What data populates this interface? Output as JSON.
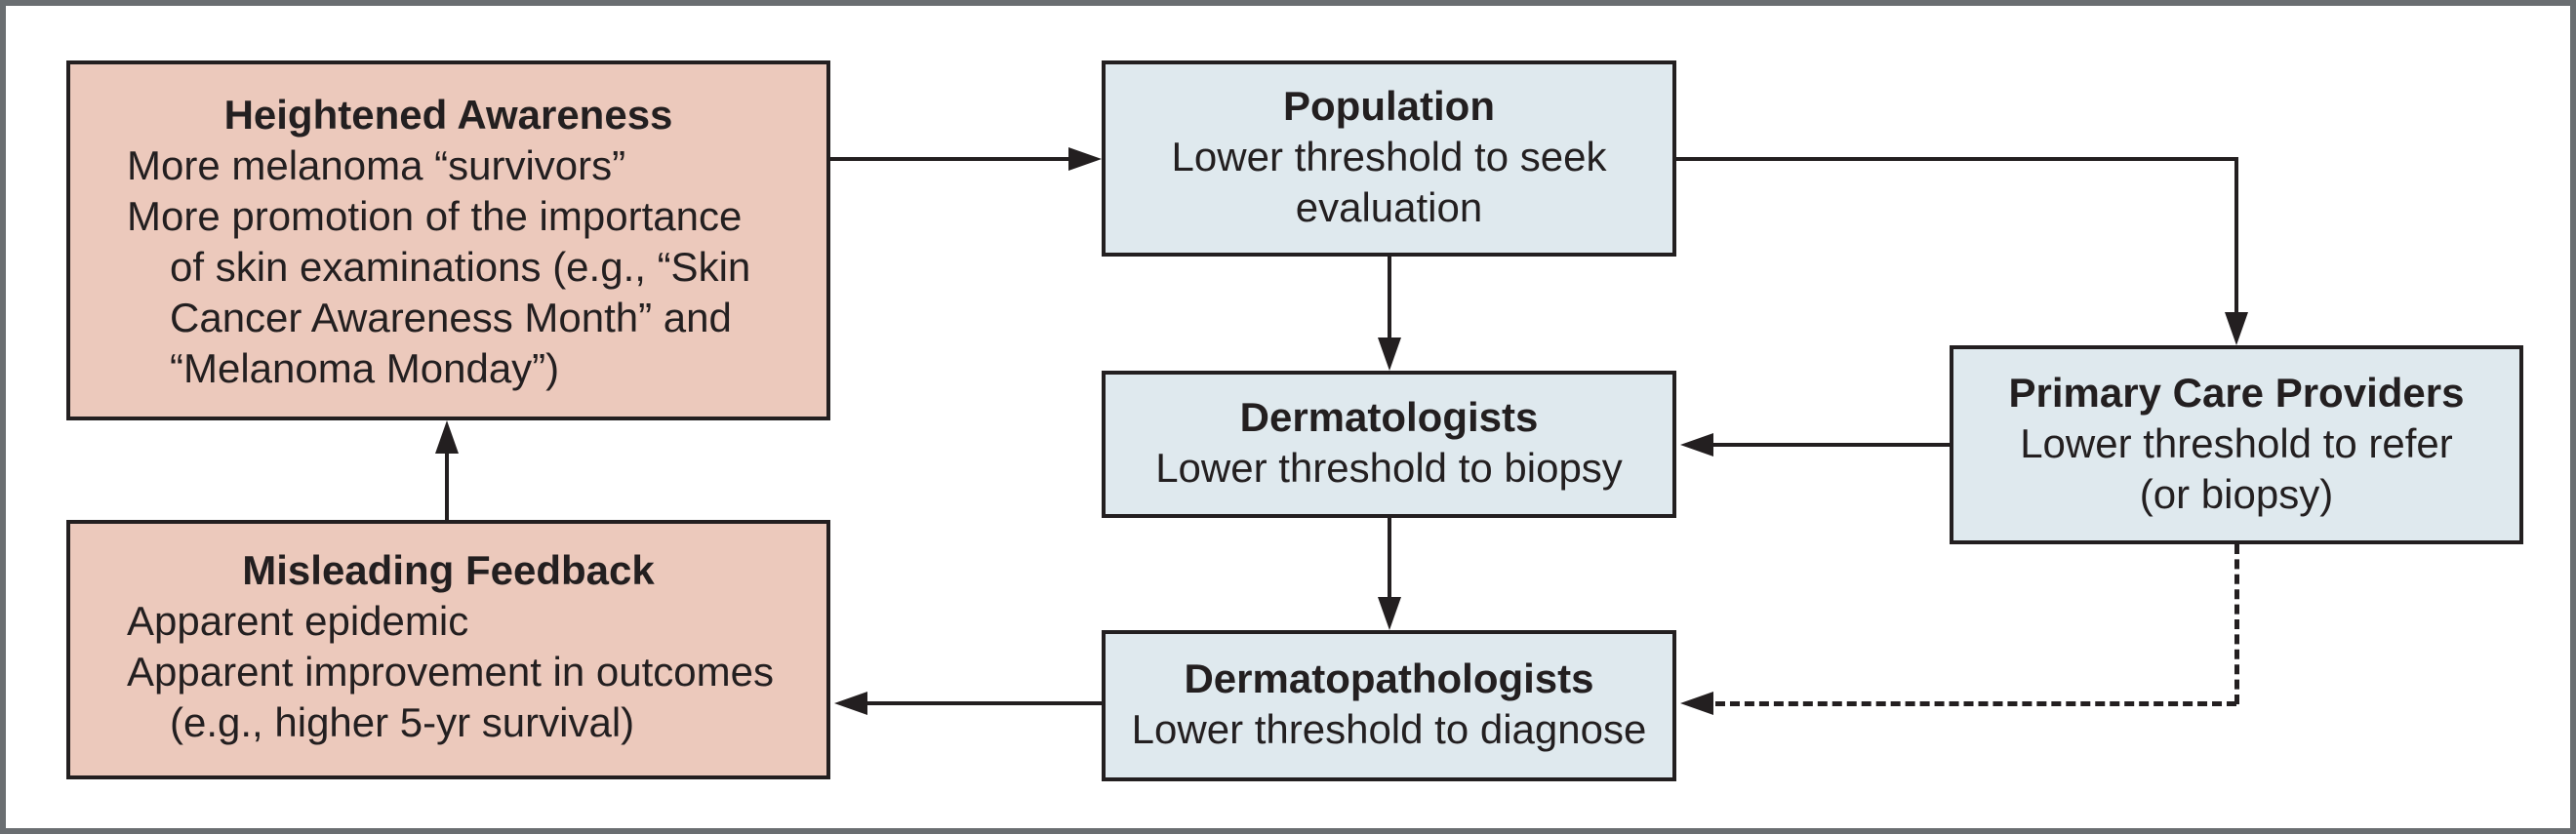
{
  "colors": {
    "pink_box_fill": "#ecc9bc",
    "blue_box_fill": "#dfe9ee",
    "box_border": "#231f20",
    "line": "#231f20",
    "text": "#231f20",
    "frame_border": "#6a6e71",
    "background": "#ffffff"
  },
  "boxes": {
    "heightened_awareness": {
      "title": "Heightened Awareness",
      "lines": [
        "More melanoma “survivors”",
        "More promotion of the importance",
        "of skin examinations (e.g., “Skin",
        "Cancer Awareness Month” and",
        "“Melanoma Monday”)"
      ]
    },
    "population": {
      "title": "Population",
      "lines": [
        "Lower threshold to seek",
        "evaluation"
      ]
    },
    "primary_care_providers": {
      "title": "Primary Care Providers",
      "lines": [
        "Lower threshold to refer",
        "(or biopsy)"
      ]
    },
    "dermatologists": {
      "title": "Dermatologists",
      "lines": [
        "Lower threshold to biopsy"
      ]
    },
    "dermatopathologists": {
      "title": "Dermatopathologists",
      "lines": [
        "Lower threshold to diagnose"
      ]
    },
    "misleading_feedback": {
      "title": "Misleading Feedback",
      "lines": [
        "Apparent epidemic",
        "Apparent improvement in outcomes",
        "(e.g., higher 5-yr survival)"
      ]
    }
  }
}
